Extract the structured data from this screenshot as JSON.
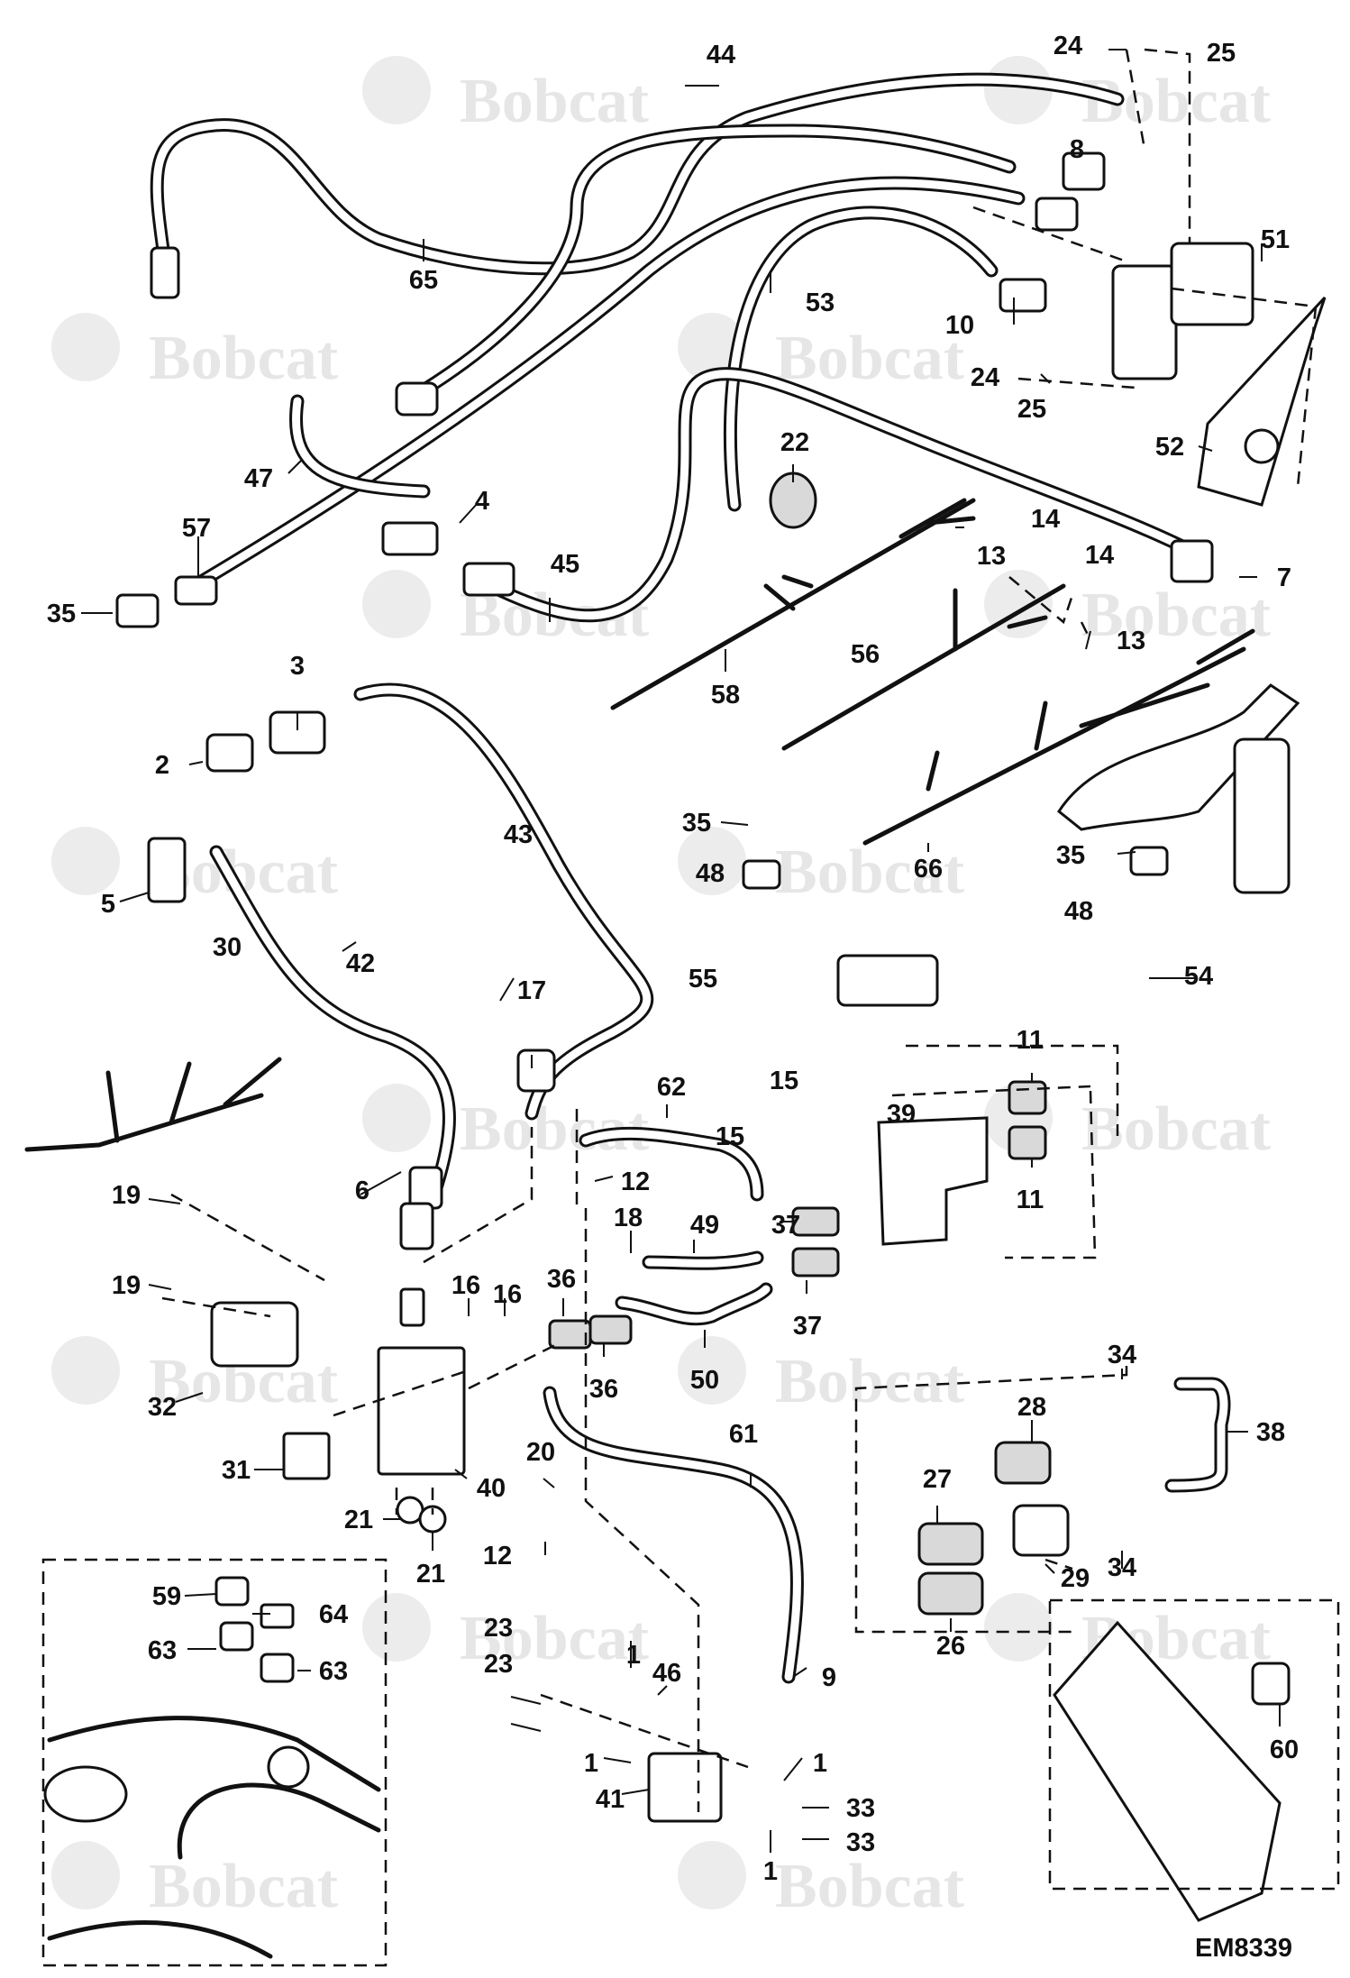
{
  "watermark": "Bobcat",
  "diagram_code": "EM8339",
  "callouts": [
    "44",
    "24",
    "25",
    "8",
    "51",
    "65",
    "53",
    "10",
    "24",
    "25",
    "52",
    "22",
    "7",
    "4",
    "47",
    "57",
    "35",
    "45",
    "14",
    "13",
    "14",
    "13",
    "58",
    "56",
    "3",
    "2",
    "43",
    "66",
    "5",
    "35",
    "48",
    "55",
    "35",
    "48",
    "54",
    "42",
    "30",
    "17",
    "62",
    "15",
    "39",
    "11",
    "15",
    "11",
    "12",
    "6",
    "18",
    "49",
    "37",
    "19",
    "19",
    "16",
    "16",
    "36",
    "37",
    "32",
    "50",
    "36",
    "34",
    "28",
    "38",
    "61",
    "20",
    "27",
    "31",
    "40",
    "21",
    "21",
    "12",
    "29",
    "34",
    "26",
    "59",
    "64",
    "63",
    "63",
    "23",
    "23",
    "1",
    "46",
    "9",
    "1",
    "1",
    "41",
    "33",
    "33",
    "1",
    "60"
  ]
}
